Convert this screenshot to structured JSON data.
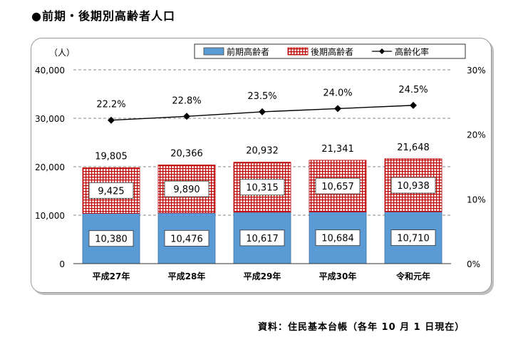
{
  "title": "●前期・後期別高齢者人口",
  "source": "資料：住民基本台帳（各年 10 月 1 日現在）",
  "chart_data": {
    "type": "bar",
    "stacked": true,
    "categories": [
      "平成27年",
      "平成28年",
      "平成29年",
      "平成30年",
      "令和元年"
    ],
    "series": [
      {
        "name": "前期高齢者",
        "type": "bar",
        "color": "#5b9bd5",
        "values": [
          10380,
          10476,
          10617,
          10684,
          10710
        ],
        "labels": [
          "10,380",
          "10,476",
          "10,617",
          "10,684",
          "10,710"
        ]
      },
      {
        "name": "後期高齢者",
        "type": "bar",
        "color": "#c00000",
        "pattern": "grid",
        "values": [
          9425,
          9890,
          10315,
          10657,
          10938
        ],
        "labels": [
          "9,425",
          "9,890",
          "10,315",
          "10,657",
          "10,938"
        ]
      },
      {
        "name": "高齢化率",
        "type": "line",
        "axis": "right",
        "color": "#000000",
        "values": [
          22.2,
          22.8,
          23.5,
          24.0,
          24.5
        ],
        "labels": [
          "22.2%",
          "22.8%",
          "23.5%",
          "24.0%",
          "24.5%"
        ]
      }
    ],
    "totals": [
      19805,
      20366,
      20932,
      21341,
      21648
    ],
    "total_labels": [
      "19,805",
      "20,366",
      "20,932",
      "21,341",
      "21,648"
    ],
    "ylabel": "（人）",
    "ylim": [
      0,
      40000
    ],
    "y_ticks": [
      0,
      10000,
      20000,
      30000,
      40000
    ],
    "y_tick_labels": [
      "0",
      "10,000",
      "20,000",
      "30,000",
      "40,000"
    ],
    "y2lim": [
      0,
      30
    ],
    "y2_ticks": [
      0,
      10,
      20,
      30
    ],
    "y2_tick_labels": [
      "0%",
      "10%",
      "20%",
      "30%"
    ],
    "grid": "dashed-horizontal",
    "legend_position": "top-right"
  }
}
